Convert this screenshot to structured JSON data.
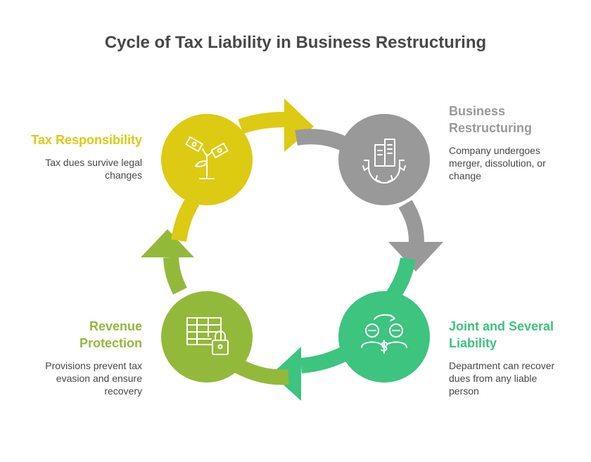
{
  "title": "Cycle of Tax Liability in Business Restructuring",
  "colors": {
    "tax": "#DDCA12",
    "restructuring": "#999999",
    "joint": "#3DC47F",
    "revenue": "#93B93A",
    "text": "#474747"
  },
  "stages": {
    "tax": {
      "label": "Tax Responsibility",
      "description": "Tax dues survive legal changes",
      "icon": "plant-money-icon"
    },
    "restructuring": {
      "label": "Business Restructuring",
      "description": "Company undergoes merger, dissolution, or change",
      "icon": "building-gear-icon"
    },
    "joint": {
      "label": "Joint and Several Liability",
      "description": "Department can recover dues from any liable person",
      "icon": "people-exchange-icon"
    },
    "revenue": {
      "label": "Revenue Protection",
      "description": "Provisions prevent tax evasion and ensure recovery",
      "icon": "table-lock-icon"
    }
  }
}
